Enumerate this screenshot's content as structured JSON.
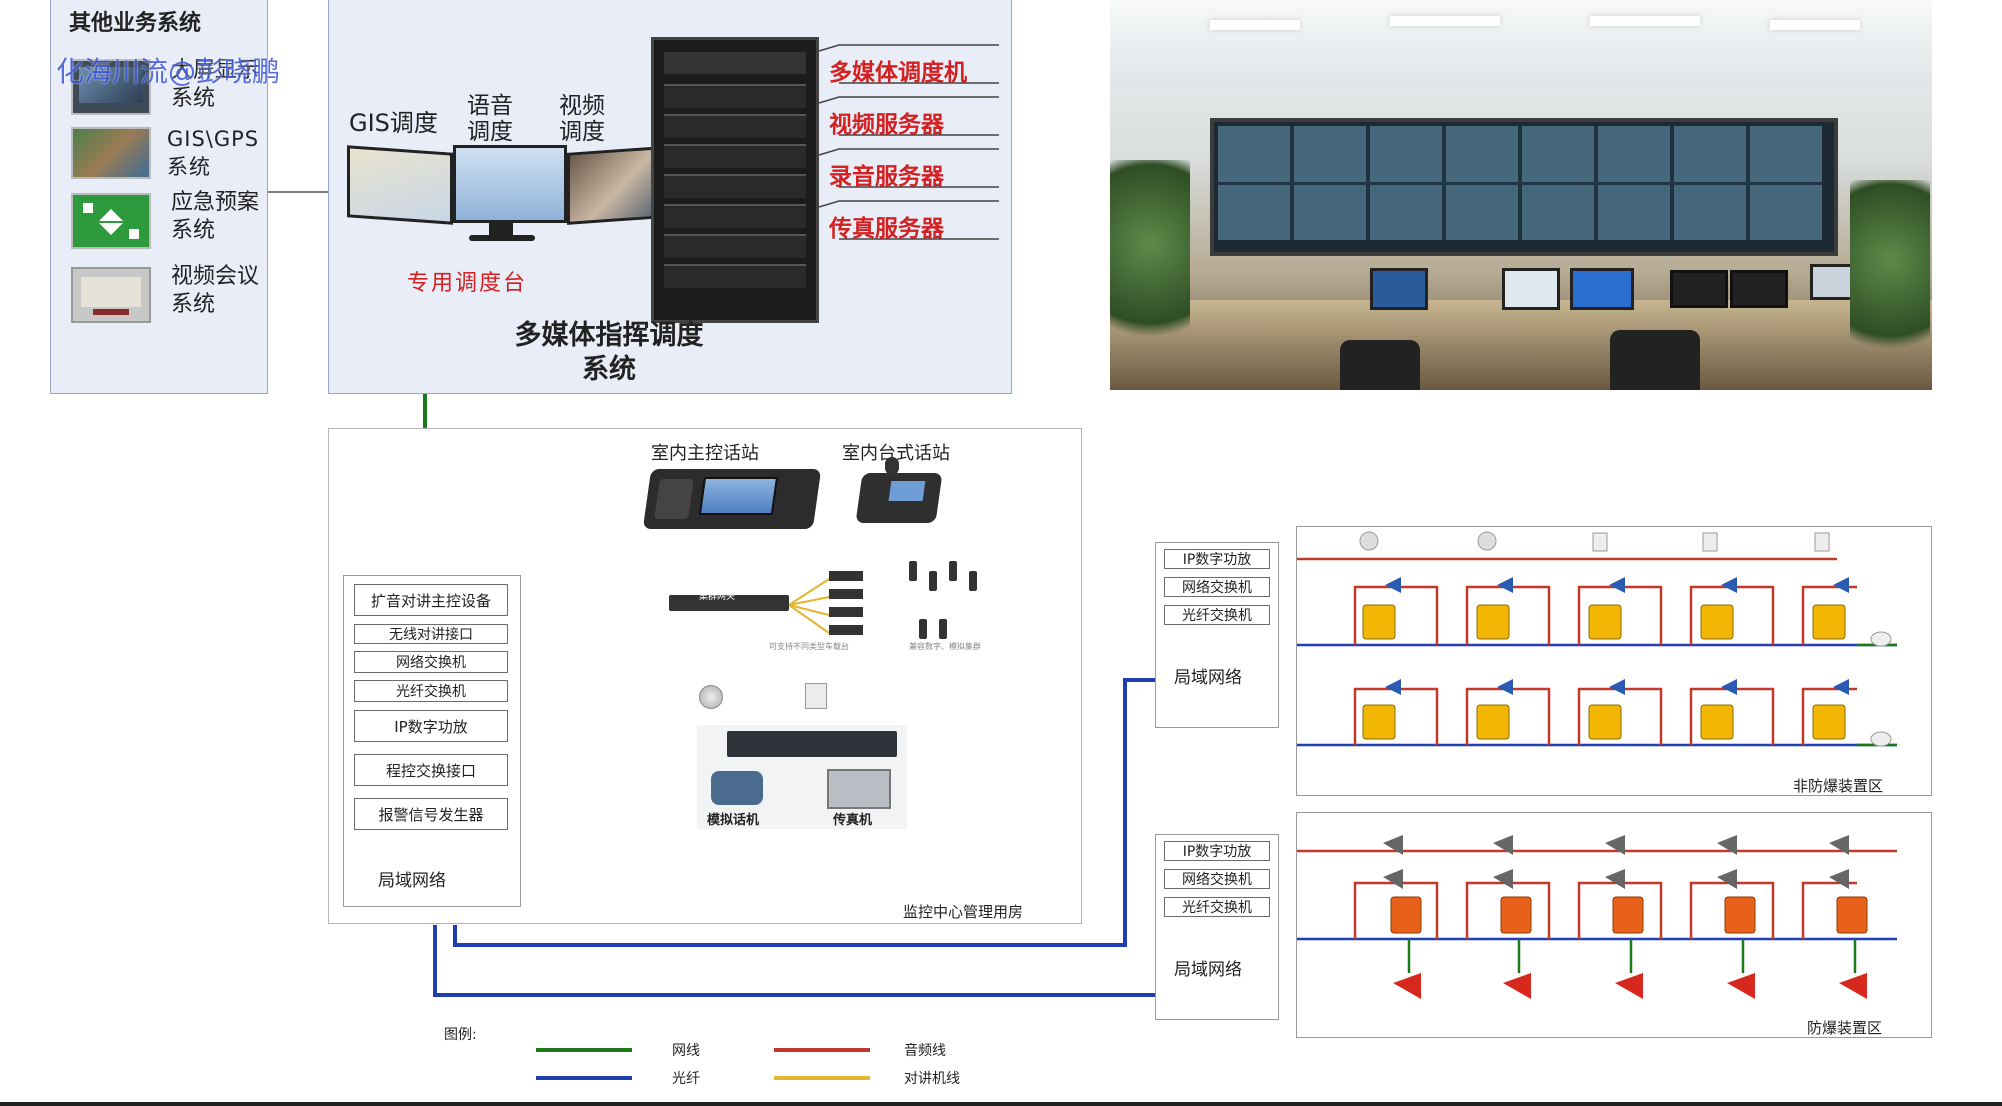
{
  "watermark": "化海川流@彭晓鹏",
  "other_systems": {
    "title": "其他业务系统",
    "items": [
      {
        "label": "大屏显示系统"
      },
      {
        "label": "GIS\\GPS系统"
      },
      {
        "label": "应急预案系统"
      },
      {
        "label": "视频会议系统"
      }
    ]
  },
  "multimedia": {
    "labels": {
      "gis": "GIS调度",
      "voice": "语音调度",
      "video": "视频调度"
    },
    "console": "专用调度台",
    "servers": [
      "多媒体调度机",
      "视频服务器",
      "录音服务器",
      "传真服务器"
    ],
    "title": "多媒体指挥调度系统"
  },
  "monitor_room": {
    "station_main": "室内主控话站",
    "station_desk": "室内台式话站",
    "stack": [
      "扩音对讲主控设备",
      "无线对讲接口",
      "网络交换机",
      "光纤交换机",
      "IP数字功放",
      "程控交换接口",
      "报警信号发生器"
    ],
    "lan": "局域网络",
    "label": "监控中心管理用房",
    "gateway": "集群网关",
    "gateway_note1": "可支持不同类型车载台",
    "gateway_note2": "兼容数字、模拟集群",
    "phone1": "模拟话机",
    "phone2": "传真机"
  },
  "zone1": {
    "stack": [
      "IP数字功放",
      "网络交换机",
      "光纤交换机"
    ],
    "lan": "局域网络",
    "label": "非防爆装置区"
  },
  "zone2": {
    "stack": [
      "IP数字功放",
      "网络交换机",
      "光纤交换机"
    ],
    "lan": "局域网络",
    "label": "防爆装置区"
  },
  "legend": {
    "title": "图例:",
    "items": [
      {
        "label": "网线",
        "color": "#1a7a1a"
      },
      {
        "label": "音频线",
        "color": "#c0392b"
      },
      {
        "label": "光纤",
        "color": "#1f3fb0"
      },
      {
        "label": "对讲机线",
        "color": "#e3b530"
      }
    ]
  },
  "colors": {
    "net": "#1a7a1a",
    "audio": "#c0392b",
    "fiber": "#1f3fb0",
    "radio": "#e3b530",
    "accent_red": "#d32020"
  }
}
